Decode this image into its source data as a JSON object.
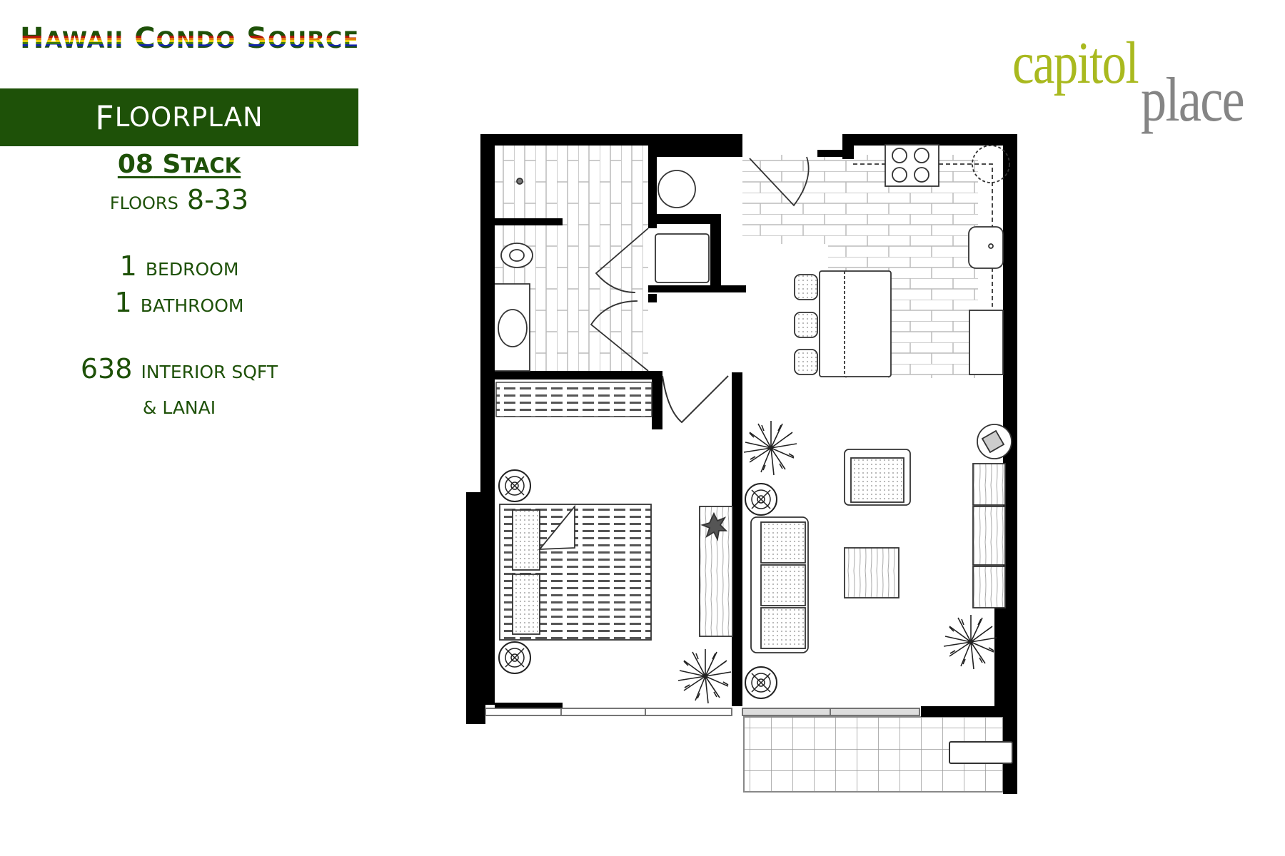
{
  "brand": {
    "first": "H",
    "first_rest": "AWAII",
    "second": "C",
    "second_rest": "ONDO",
    "third": "S",
    "third_rest": "OURCE",
    "text_color": "#1e5108",
    "stripe_colors": [
      "#b0170a",
      "#e0790d",
      "#e8cc0c",
      "#3c7a10",
      "#1326a6"
    ]
  },
  "banner": {
    "first": "F",
    "rest": "LOORPLAN",
    "bg_color": "#1e5108"
  },
  "unit": {
    "stack_number": "08",
    "stack_first": "S",
    "stack_rest": "TACK",
    "floors_label": "FLOORS",
    "floors_range": "8-33",
    "bedrooms_count": "1",
    "bedrooms_label": "BEDROOM",
    "bathrooms_count": "1",
    "bathrooms_label": "BATHROOM",
    "sqft_value": "638",
    "sqft_label": "INTERIOR SQFT",
    "lanai_label": "& LANAI"
  },
  "logo": {
    "line1": "capitol",
    "line2": "place",
    "color1": "#a9b91f",
    "color2": "#858585"
  },
  "floorplan": {
    "rooms": [
      "bathroom",
      "laundry",
      "kitchen",
      "bedroom",
      "living-room",
      "lanai"
    ]
  }
}
